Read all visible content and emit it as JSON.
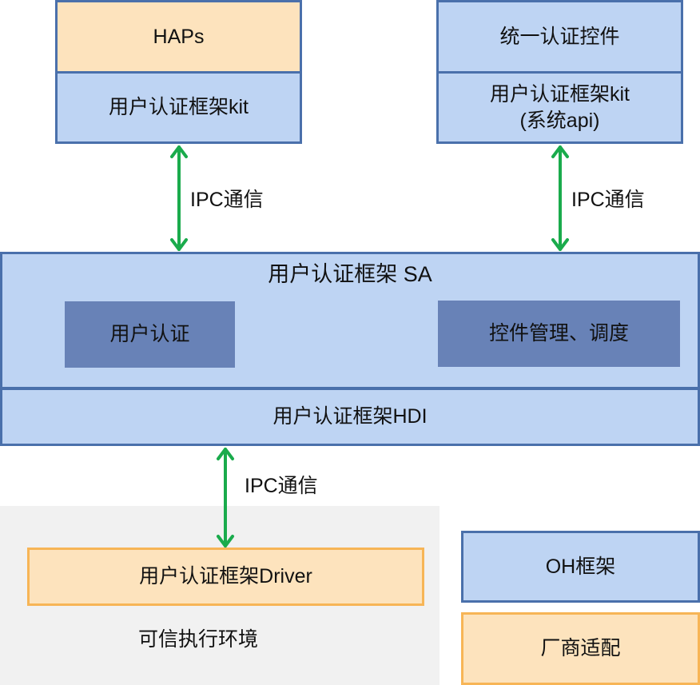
{
  "left_stack": {
    "top": "HAPs",
    "bottom": "用户认证框架kit"
  },
  "right_stack": {
    "top": "统一认证控件",
    "bottom_line1": "用户认证框架kit",
    "bottom_line2": "(系统api)"
  },
  "ipc_labels": {
    "left": "IPC通信",
    "right": "IPC通信",
    "lower": "IPC通信"
  },
  "sa": {
    "title": "用户认证框架 SA",
    "module_auth": "用户认证",
    "module_control": "控件管理、调度"
  },
  "hdi": "用户认证框架HDI",
  "tee": {
    "driver": "用户认证框架Driver",
    "label": "可信执行环境"
  },
  "legend": {
    "oh": "OH框架",
    "vendor": "厂商适配"
  },
  "colors": {
    "oh_fill": "#bed4f3",
    "oh_border": "#4a70ab",
    "vendor_fill": "#fde3bd",
    "vendor_border": "#f7b556",
    "module_fill": "#6882b7",
    "arrow": "#1aab4c",
    "tee_bg": "#f1f1f1"
  }
}
